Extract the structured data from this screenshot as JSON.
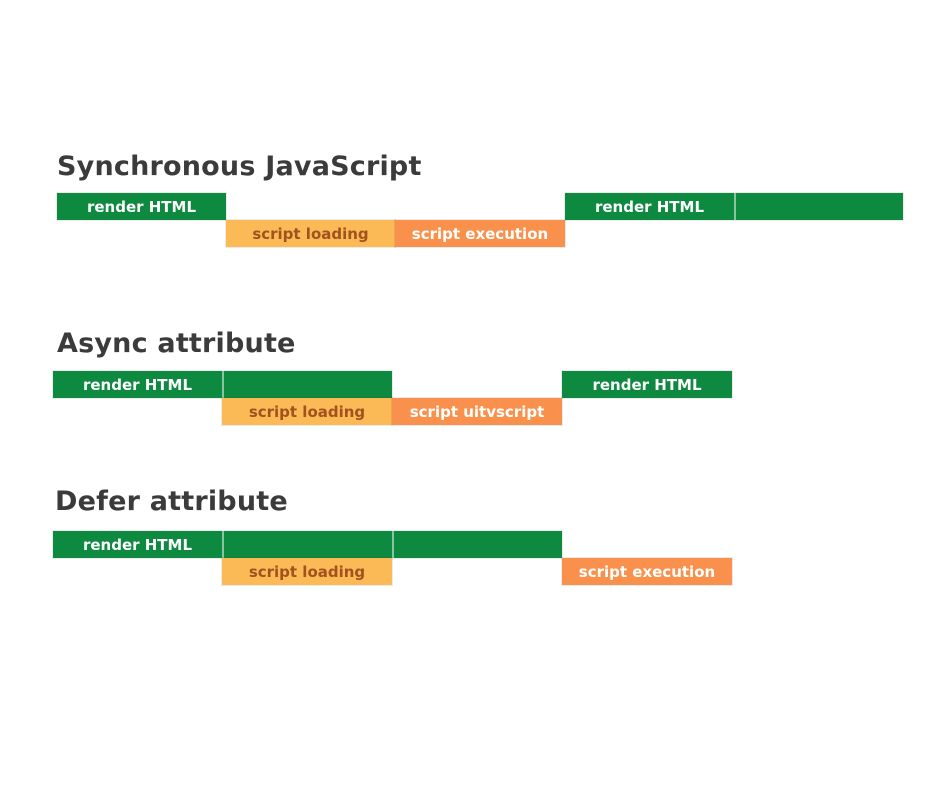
{
  "colors": {
    "green": "#0d8a40",
    "orange-light": "#fbba55",
    "orange-dark": "#f9914d",
    "brown-text": "#a0521f",
    "title-text": "#3b3b3b",
    "bar-text-light": "#ffffff"
  },
  "sections": [
    {
      "title": "Synchronous JavaScript",
      "bars": {
        "render_html_1": "render HTML",
        "script_loading": "script loading",
        "script_execution": "script execution",
        "render_html_2": "render HTML"
      }
    },
    {
      "title": "Async attribute",
      "bars": {
        "render_html_1": "render HTML",
        "script_loading": "script loading",
        "script_execution": "script uitvscript",
        "render_html_2": "render HTML"
      }
    },
    {
      "title": "Defer attribute",
      "bars": {
        "render_html_1": "render HTML",
        "script_loading": "script loading",
        "script_execution": "script execution"
      }
    }
  ]
}
